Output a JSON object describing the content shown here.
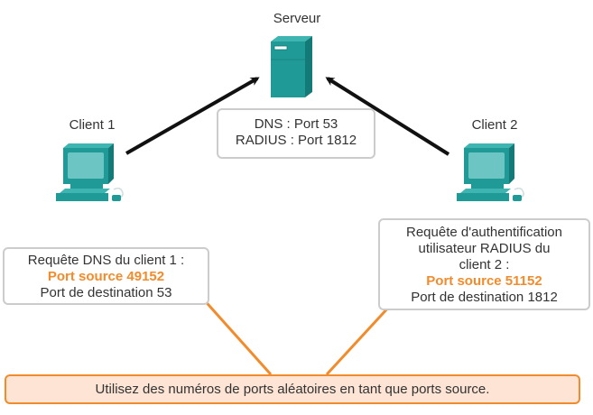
{
  "server": {
    "label": "Serveur",
    "icon": "server-icon"
  },
  "server_ports": {
    "line1": "DNS : Port 53",
    "line2": "RADIUS : Port 1812"
  },
  "client1": {
    "label": "Client 1",
    "icon": "computer-icon",
    "info": {
      "line1": "Requête DNS du client 1 :",
      "source_port": "Port source 49152",
      "dest_port": "Port de destination 53"
    }
  },
  "client2": {
    "label": "Client 2",
    "icon": "computer-icon",
    "info": {
      "line1": "Requête d'authentification",
      "line2": "utilisateur RADIUS du",
      "line3": "client 2 :",
      "source_port": "Port source 51152",
      "dest_port": "Port de destination 1812"
    }
  },
  "note": {
    "text": "Utilisez des numéros de ports aléatoires en tant que ports source."
  },
  "colors": {
    "accent": "#f28b2b",
    "device": "#1f9a97",
    "note_bg": "#fde4d4",
    "border": "#cccccc"
  }
}
